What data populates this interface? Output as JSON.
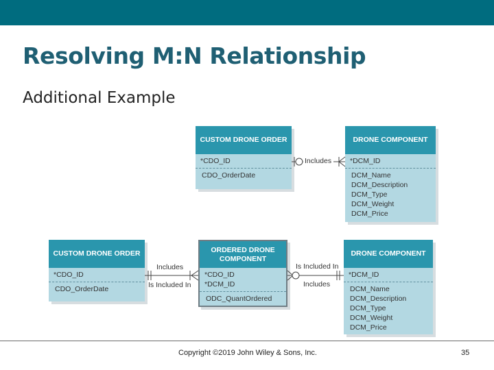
{
  "slide": {
    "title": "Resolving M:N Relationship",
    "subtitle": "Additional Example",
    "copyright": "Copyright ©2019 John Wiley & Sons, Inc.",
    "page_number": "35"
  },
  "diagram": {
    "top": {
      "order": {
        "name": "CUSTOM DRONE ORDER",
        "pk": [
          "*CDO_ID"
        ],
        "attrs": [
          "CDO_OrderDate"
        ]
      },
      "component": {
        "name": "DRONE COMPONENT",
        "pk": [
          "*DCM_ID"
        ],
        "attrs": [
          "DCM_Name",
          "DCM_Description",
          "DCM_Type",
          "DCM_Weight",
          "DCM_Price"
        ]
      },
      "relationship": "Includes"
    },
    "bottom": {
      "order": {
        "name": "CUSTOM DRONE ORDER",
        "pk": [
          "*CDO_ID"
        ],
        "attrs": [
          "CDO_OrderDate"
        ]
      },
      "bridge": {
        "name": "ORDERED DRONE COMPONENT",
        "pk": [
          "*CDO_ID",
          "*DCM_ID"
        ],
        "attrs": [
          "ODC_QuantOrdered"
        ]
      },
      "component": {
        "name": "DRONE COMPONENT",
        "pk": [
          "*DCM_ID"
        ],
        "attrs": [
          "DCM_Name",
          "DCM_Description",
          "DCM_Type",
          "DCM_Weight",
          "DCM_Price"
        ]
      },
      "rel_left_top": "Includes",
      "rel_left_bottom": "Is Included In",
      "rel_right_top": "Is Included In",
      "rel_right_bottom": "Includes"
    }
  },
  "colors": {
    "top_bar": "#006c7f",
    "title": "#1f5f73",
    "entity_header": "#2a96ad",
    "entity_body": "#b3d8e2"
  }
}
